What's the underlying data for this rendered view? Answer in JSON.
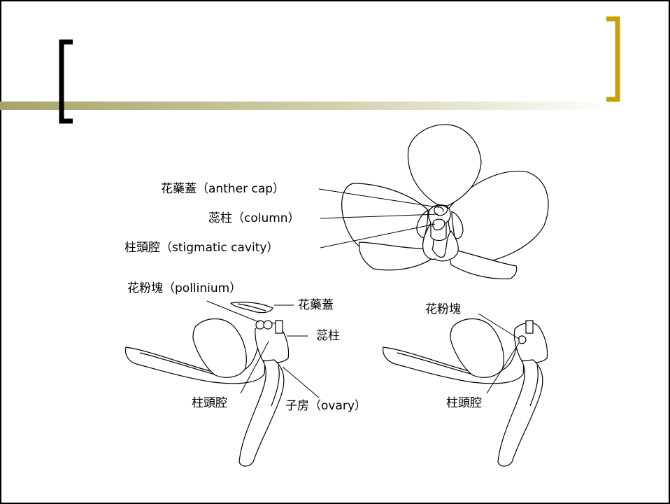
{
  "colors": {
    "bracket_left": "#000000",
    "bracket_right": "#c9a000",
    "bar_start": "#a6a36a",
    "bar_end": "#ffffff",
    "line": "#000000"
  },
  "labels": {
    "anther_cap": "花藥蓋（anther cap）",
    "column": "蕊柱（column）",
    "stigmatic_cavity": "柱頭腔（stigmatic cavity）",
    "pollinium": "花粉塊（pollinium）",
    "anther_cap_side": "花藥蓋",
    "column_side": "蕊柱",
    "stigma_left": "柱頭腔",
    "ovary": "子房（ovary）",
    "pollinium_right": "花粉塊",
    "stigma_right": "柱頭腔"
  }
}
